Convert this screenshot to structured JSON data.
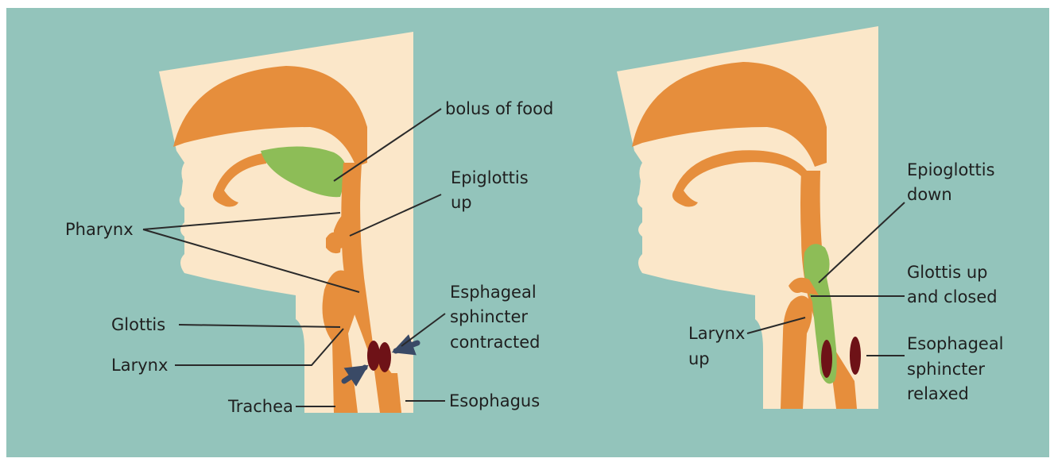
{
  "colors": {
    "background": "#93c4bb",
    "skin": "#fbe7c9",
    "tissue": "#e68e3c",
    "food": "#8dbd57",
    "sphincter": "#6e1217",
    "arrow": "#3a4a66",
    "line": "#2a2a2a"
  },
  "left": {
    "labels": {
      "bolus": "bolus of food",
      "epiglottis_1": "Epiglottis",
      "epiglottis_2": "up",
      "pharynx": "Pharynx",
      "sphincter_1": "Esphageal",
      "sphincter_2": "sphincter",
      "sphincter_3": "contracted",
      "glottis": "Glottis",
      "larynx": "Larynx",
      "trachea": "Trachea",
      "esophagus": "Esophagus"
    }
  },
  "right": {
    "labels": {
      "epiglottis_1": "Epioglottis",
      "epiglottis_2": "down",
      "glottis_1": "Glottis up",
      "glottis_2": "and closed",
      "larynx_1": "Larynx",
      "larynx_2": "up",
      "sphincter_1": "Esophageal",
      "sphincter_2": "sphincter",
      "sphincter_3": "relaxed"
    }
  }
}
